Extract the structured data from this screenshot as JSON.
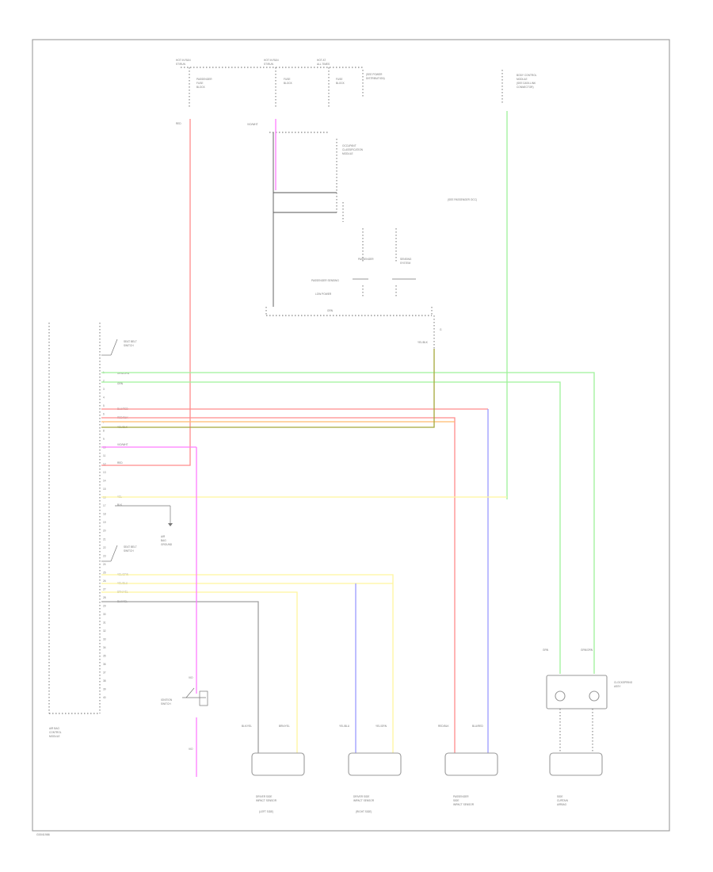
{
  "wire_colors": {
    "red": "#ff8c8c",
    "green": "#9ff29a",
    "yellow": "#fff59e",
    "orange": "#ffba6e",
    "blue": "#9a9aff",
    "violet": "#ff7cff",
    "olive": "#a5a83a",
    "gray": "#a0a0a0",
    "frame": "#9a9a9a",
    "text": "#777777"
  },
  "diagram": {
    "fuse_labels": {
      "fuse1_top": "HOT IN RUN",
      "fuse1_sub": "ST/RUN",
      "fuse1_desc": [
        "PASSENGER",
        "FUSE",
        "BLOCK"
      ],
      "fuse1_wire": "RED",
      "fuse2_top": "HOT IN RUN",
      "fuse2_sub": "ST/RUN",
      "fuse2_desc": [
        "FUSE",
        "BLOCK"
      ],
      "fuse3_top": "HOT AT",
      "fuse3_sub": "ALL TIMES",
      "fuse3_desc": [
        "FUSE",
        "BLOCK"
      ],
      "fuse3_note": [
        "(SEE POWER",
        "DISTRIBUTION)"
      ],
      "fuse_right_desc": [
        "BODY CONTROL",
        "MODULE",
        "(SEE DATA LINK",
        "CONNECTOR)"
      ]
    },
    "center_labels": {
      "violet_wire": "VIO/WHT",
      "relay_desc": [
        "OCCUPANT",
        "CLASSIFICATION",
        "MODULE"
      ],
      "relay_label": "(SEE PASSENGER OCC)",
      "passenger_sensing": "PASSENGER SENSING",
      "system_label": [
        "PASSENGER",
        "SENSING",
        "SYSTEM"
      ],
      "bus_label": "LOW POWER",
      "bus_tag": "GRN",
      "ground_label": "YEL/BLK",
      "ground_tag": "G"
    },
    "module": {
      "switch1_label": [
        "SEAT BELT",
        "SWITCH"
      ],
      "switch2_label": [
        "SEAT BELT",
        "SWITCH"
      ],
      "connector_labels": [
        "1",
        "2",
        "3",
        "4",
        "5",
        "6",
        "7",
        "8",
        "9",
        "10",
        "11",
        "12",
        "13",
        "14",
        "15",
        "16",
        "17",
        "18",
        "19",
        "20",
        "21",
        "22",
        "23",
        "24",
        "25",
        "26",
        "27",
        "28",
        "29",
        "30",
        "31",
        "32",
        "33",
        "34",
        "35",
        "36",
        "37",
        "38",
        "39",
        "40"
      ],
      "wire_tags_upper": [
        "GRN/ORN",
        "GRN",
        "BLU/RED",
        "RED/BLK",
        "YEL/BLK",
        "VIO/WHT",
        "RED"
      ],
      "wire_tags_lower": [
        "YEL",
        "BLK"
      ],
      "wire_tags_bottom": [
        "YEL/GRN",
        "YEL/BLU",
        "BRN/YEL",
        "BLK/YEL"
      ],
      "ground_desc": [
        "AIR",
        "BAG",
        "GROUND"
      ],
      "name": [
        "AIR BAG",
        "CONTROL",
        "MODULE"
      ]
    },
    "bottom_components": {
      "ignition_label": [
        "IGNITION",
        "SWITCH"
      ],
      "ign_wire_top": "VIO",
      "ign_wire_bot": "VIO",
      "c1_wire_l": "BLK/YEL",
      "c1_wire_r": "BRN/YEL",
      "c1_label": [
        "DRIVER SIDE",
        "IMPACT SENSOR"
      ],
      "c1_sub": "(LEFT SIDE)",
      "c2_wire_l": "YEL/BLU",
      "c2_wire_r": "YEL/GRN",
      "c2_label": [
        "DRIVER SIDE",
        "IMPACT SENSOR"
      ],
      "c2_sub": "(RIGHT SIDE)",
      "c3_wire_l": "RED/BLK",
      "c3_wire_r": "BLU/RED",
      "c3_label": [
        "PASSENGER",
        "SIDE",
        "IMPACT SENSOR"
      ],
      "c4_wire_l": "GRN",
      "c4_wire_r": "GRN/ORN",
      "c4_label": [
        "SIDE",
        "CURTAIN",
        "AIRBAG"
      ],
      "clockspring_label": [
        "CLOCKSPRING",
        "ASSY"
      ]
    },
    "footer_code": "G0041986"
  }
}
